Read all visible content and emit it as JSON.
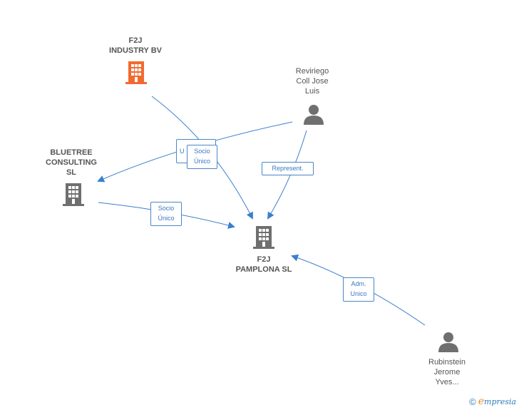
{
  "nodes": {
    "f2j_industry": {
      "label": "F2J\nINDUSTRY BV",
      "kind": "company",
      "color": "#f26a30"
    },
    "reviriego": {
      "label": "Reviriego\nColl Jose\nLuis",
      "kind": "person",
      "color": "#6f6f6f"
    },
    "bluetree": {
      "label": "BLUETREE\nCONSULTING\nSL",
      "kind": "company",
      "color": "#6f6f6f"
    },
    "f2j_pamplona": {
      "label": "F2J\nPAMPLONA  SL",
      "kind": "company",
      "color": "#6f6f6f"
    },
    "rubinstein": {
      "label": "Rubinstein\nJerome\nYves...",
      "kind": "person",
      "color": "#6f6f6f"
    }
  },
  "edges": {
    "e1": {
      "label": "Socio\nÚnico"
    },
    "e1_back": {
      "label": "U"
    },
    "e2": {
      "label": "Represent."
    },
    "e3": {
      "label": "Socio\nÚnico"
    },
    "e4": {
      "label": "Adm.\nUnico"
    }
  },
  "colors": {
    "edge": "#3a7fd0",
    "edge_label_border": "#4a86c8"
  },
  "footer": {
    "copyright": "©",
    "brand_first": "e",
    "brand_rest": "mpresia"
  }
}
